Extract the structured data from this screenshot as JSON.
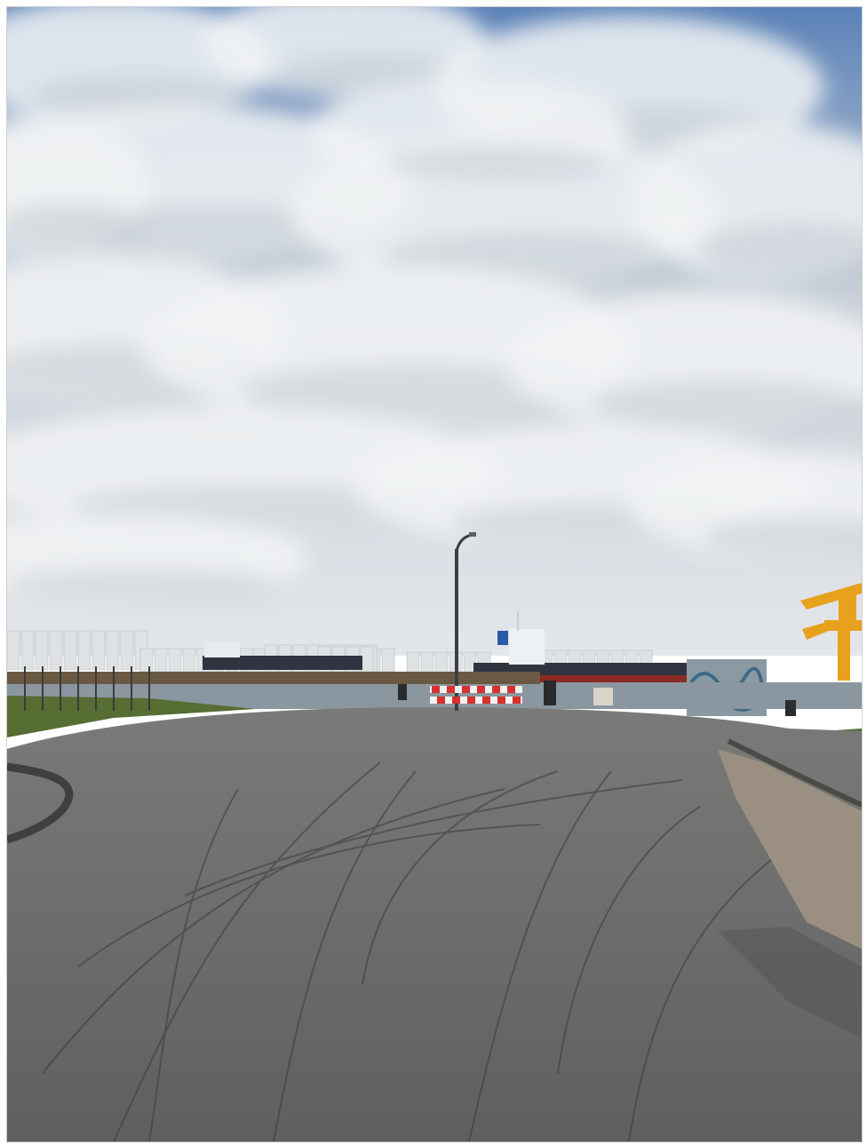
{
  "scene": {
    "description_tags": [
      "overcast-sky",
      "harbor",
      "asphalt-road",
      "street-lamp",
      "barrier",
      "storage-tanks",
      "ships",
      "crane"
    ],
    "colors": {
      "sky_top": "#5b82b8",
      "sky_mid": "#c9d0d8",
      "sky_low": "#e3e6ea",
      "cloud": "#f1f3f5",
      "cloud_shadow": "#a8b1bd",
      "water": "#8a97a0",
      "grass": "#566d34",
      "road": "#6d6e6e",
      "road_dark": "#4c4d4e",
      "gravel": "#9a8f80",
      "barrier_red": "#d8302c",
      "barrier_white": "#f2f2f2",
      "crane_yellow": "#e7a11c",
      "ship_dark": "#2f3440",
      "ship_red": "#8b2a22",
      "tank": "#dfe2e4"
    }
  }
}
